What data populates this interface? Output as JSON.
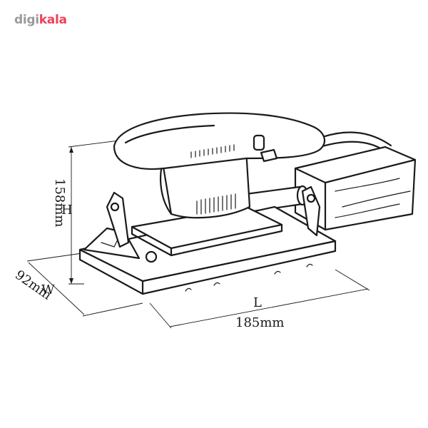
{
  "logo": {
    "part1": "digi",
    "part2": "kala"
  },
  "dimensions": {
    "height_letter": "H",
    "height_value": "158mm",
    "width_letter": "W",
    "width_value": "92mm",
    "length_letter": "L",
    "length_value": "185mm"
  },
  "colors": {
    "brand_gray": "#9a9a9a",
    "brand_red": "#ef4056",
    "line": "#1a1a1a"
  }
}
